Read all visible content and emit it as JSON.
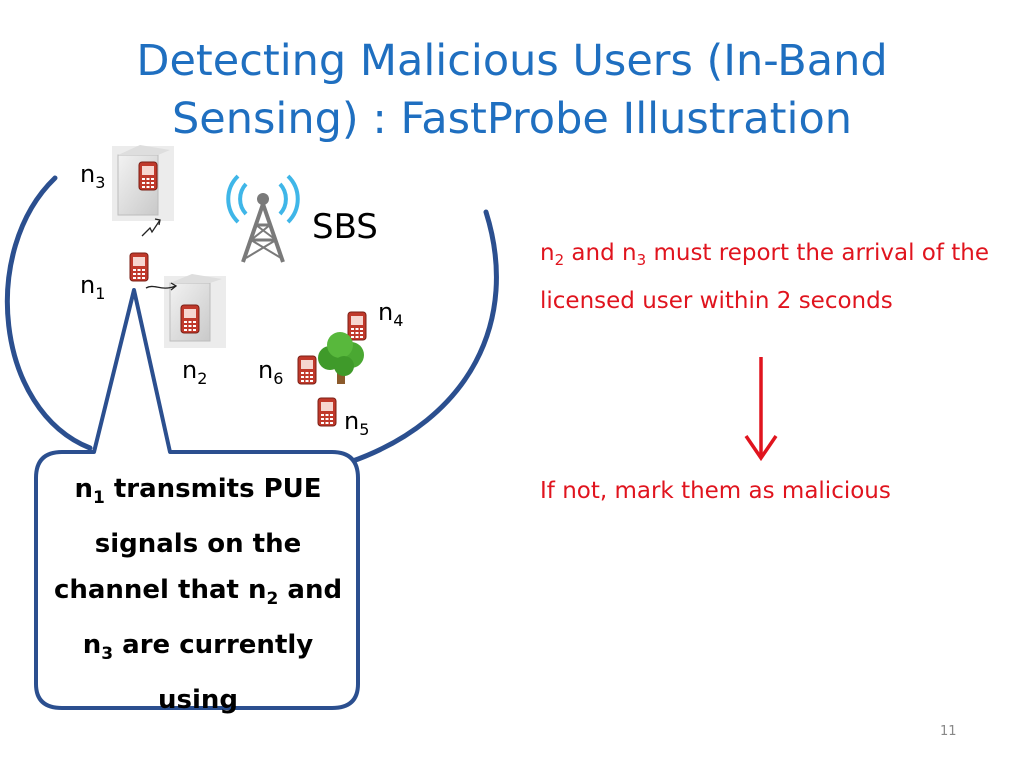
{
  "title": {
    "line1": "Detecting Malicious Users (In-Band",
    "line2": "Sensing) : FastProbe Illustration"
  },
  "diagram": {
    "base_station_label": "SBS",
    "nodes": [
      {
        "letter": "n",
        "index": "1"
      },
      {
        "letter": "n",
        "index": "2"
      },
      {
        "letter": "n",
        "index": "3"
      },
      {
        "letter": "n",
        "index": "4"
      },
      {
        "letter": "n",
        "index": "5"
      },
      {
        "letter": "n",
        "index": "6"
      }
    ],
    "colors": {
      "circle": "#2b4f8f",
      "phone": "#c0392b",
      "tower": "#7a7a7a",
      "signal": "#3fb6e8",
      "tree": "#3f9a2a"
    }
  },
  "callout": {
    "part1": "n",
    "sub1": "1",
    "part2": " transmits PUE signals on the channel that n",
    "sub2": "2",
    "part3": " and n",
    "sub3": "3",
    "part4": " are currently using"
  },
  "notes": {
    "requirement": {
      "part1": "n",
      "sub1": "2",
      "part2": " and n",
      "sub2": "3",
      "part3": " must report the arrival of the licensed user within 2 seconds"
    },
    "consequence": "If not, mark them as malicious",
    "accent_color": "#e0141e"
  },
  "page_number": "11"
}
